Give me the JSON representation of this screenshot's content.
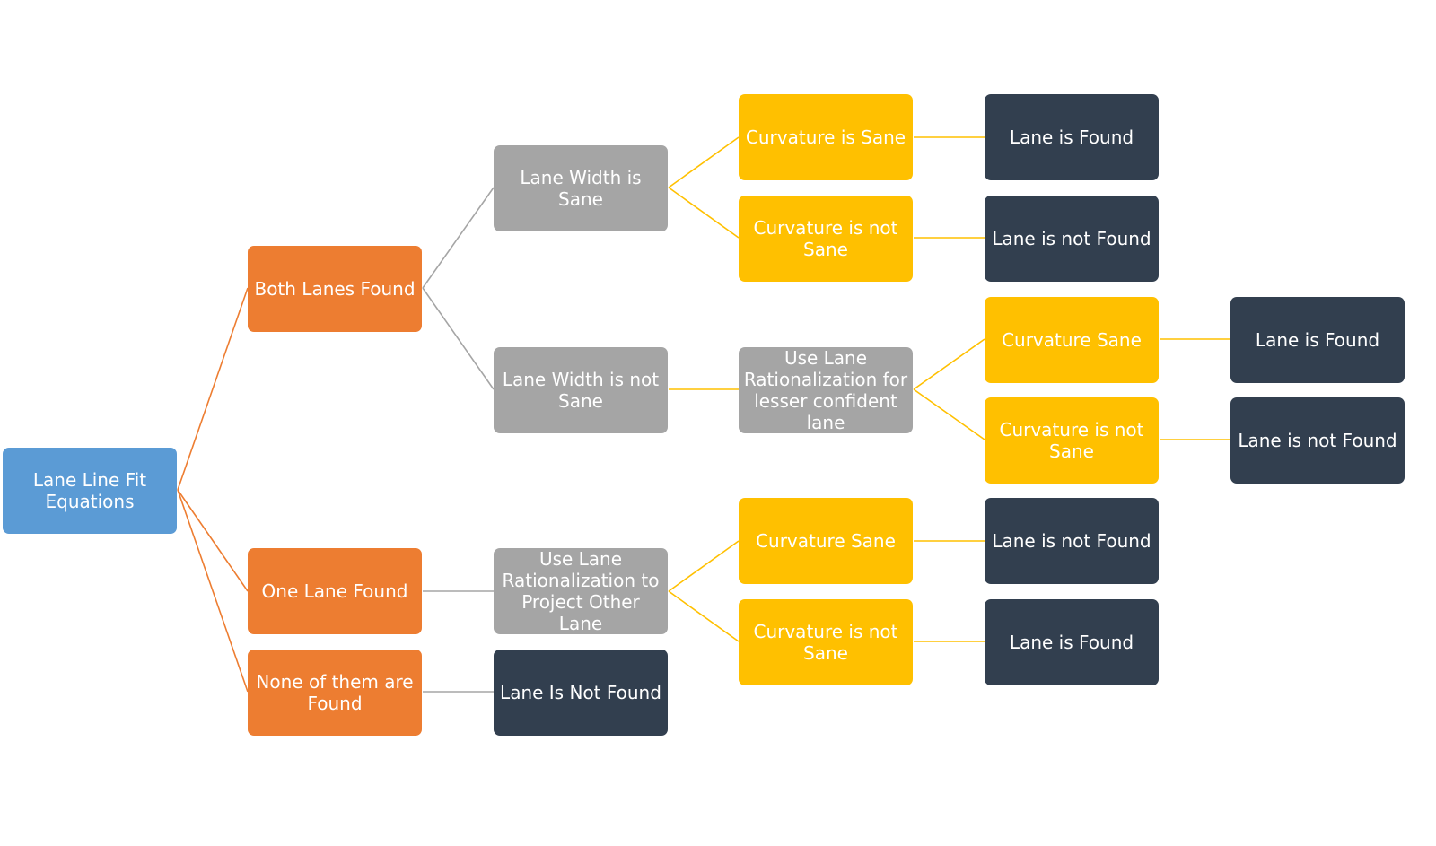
{
  "colors": {
    "root": "#5b9bd5",
    "level1": "#ed7d31",
    "check": "#a5a5a5",
    "curvature": "#ffc000",
    "result": "#323f4f",
    "link_orange": "#ed7d31",
    "link_gray": "#a5a5a5",
    "link_yellow": "#ffc000"
  },
  "nodes": {
    "root": "Lane Line Fit Equations",
    "both_found": "Both Lanes Found",
    "one_found": "One Lane Found",
    "none_found": "None of them are Found",
    "width_sane": "Lane Width is Sane",
    "width_not_sane": "Lane Width is not Sane",
    "project_other": "Use Lane Rationalization to Project Other Lane",
    "lane_not_found_none": "Lane Is Not Found",
    "curv_sane_a": "Curvature  is Sane",
    "curv_not_sane_a": "Curvature  is not Sane",
    "rationalize_lesser": "Use Lane Rationalization for lesser confident lane",
    "curv_sane_one": "Curvature  Sane",
    "curv_not_sane_one": "Curvature  is not Sane",
    "result_found_a": "Lane is Found",
    "result_not_found_a": "Lane is not Found",
    "curv_sane_b": "Curvature  Sane",
    "curv_not_sane_b": "Curvature  is not Sane",
    "result_not_found_one": "Lane is not Found",
    "result_found_one": "Lane is Found",
    "result_found_b": "Lane is Found",
    "result_not_found_b": "Lane is not Found"
  }
}
